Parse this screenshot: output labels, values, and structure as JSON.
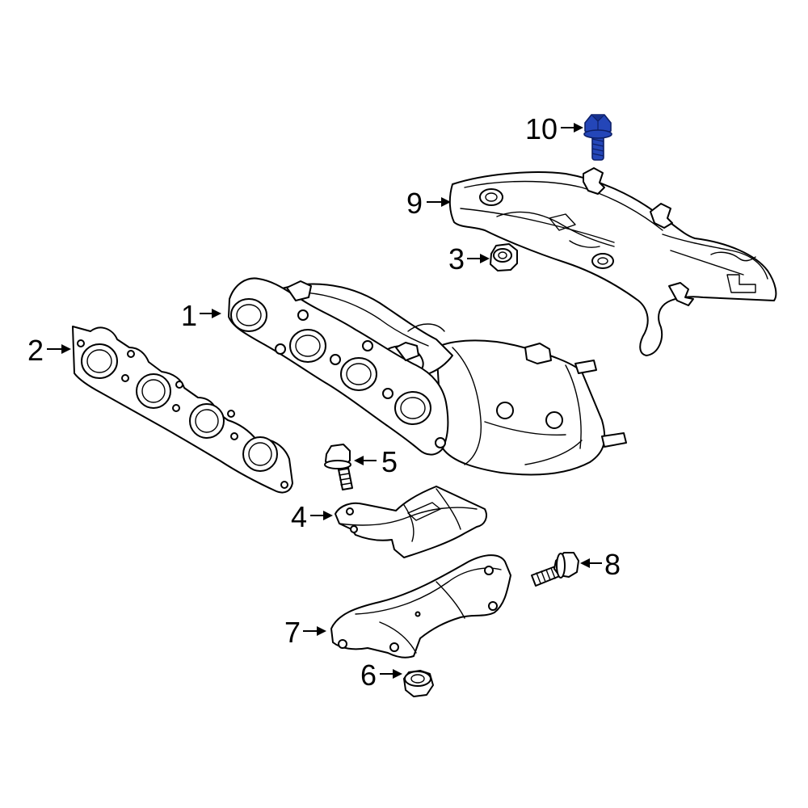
{
  "diagram": {
    "callouts": [
      {
        "id": "1",
        "label": "1"
      },
      {
        "id": "2",
        "label": "2"
      },
      {
        "id": "3",
        "label": "3"
      },
      {
        "id": "4",
        "label": "4"
      },
      {
        "id": "5",
        "label": "5"
      },
      {
        "id": "6",
        "label": "6"
      },
      {
        "id": "7",
        "label": "7"
      },
      {
        "id": "8",
        "label": "8"
      },
      {
        "id": "9",
        "label": "9"
      },
      {
        "id": "10",
        "label": "10"
      }
    ],
    "highlighted_part": "10",
    "highlight_color": "#2446b8"
  }
}
